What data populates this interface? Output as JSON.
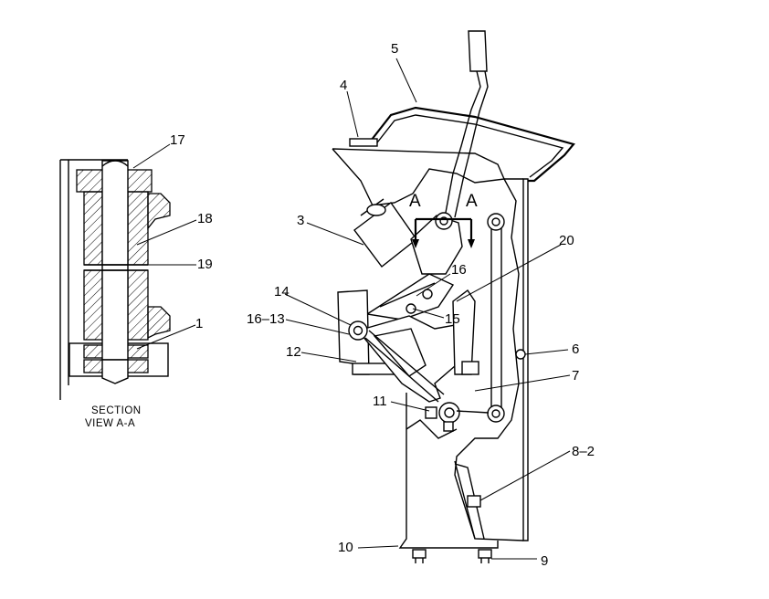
{
  "section": {
    "title": "SECTION",
    "subtitle": "VIEW  A-A"
  },
  "section_callouts": {
    "c17": "17",
    "c18": "18",
    "c19": "19",
    "c1": "1"
  },
  "view_markers": {
    "left": "A",
    "right": "A"
  },
  "callouts": {
    "c5": "5",
    "c4": "4",
    "c3": "3",
    "c20": "20",
    "c16": "16",
    "c14": "14",
    "c16_13": "16–13",
    "c15": "15",
    "c12": "12",
    "c6": "6",
    "c7": "7",
    "c11": "11",
    "c8_2": "8–2",
    "c10": "10",
    "c9": "9"
  }
}
